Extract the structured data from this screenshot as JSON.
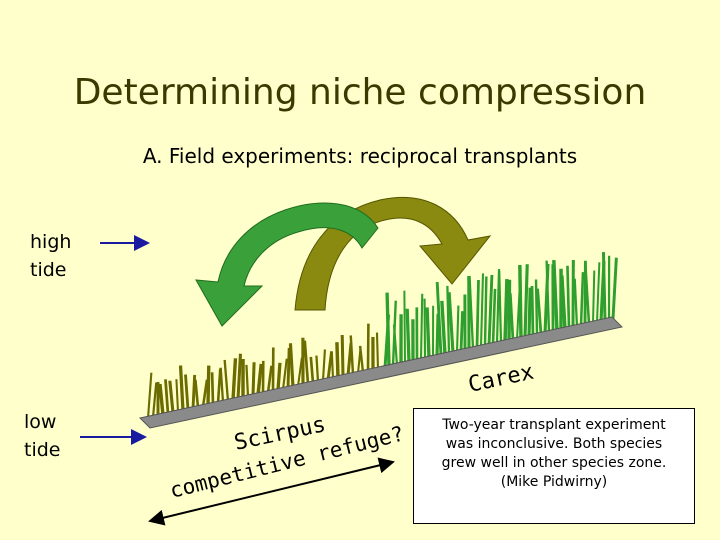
{
  "title": "Determining niche compression",
  "subtitle": "A. Field experiments: reciprocal transplants",
  "labels": {
    "high_tide": [
      "high",
      "tide"
    ],
    "low_tide": [
      "low",
      "tide"
    ],
    "carex": "Carex",
    "scirpus": "Scirpus",
    "competitive_refuge": "competitive refuge?"
  },
  "note": {
    "lines": [
      "Two-year transplant experiment",
      "was inconclusive.  Both species",
      "grew well in other species zone.",
      "(Mike Pidwirny)"
    ]
  },
  "colors": {
    "background": "#ffffcc",
    "title": "#3a3a00",
    "carex_grass": "#2e9e2e",
    "scirpus_grass": "#6b6b00",
    "arrow_green": "#3aa03a",
    "arrow_olive": "#8a8a10",
    "ground": "#8a8a8a"
  }
}
